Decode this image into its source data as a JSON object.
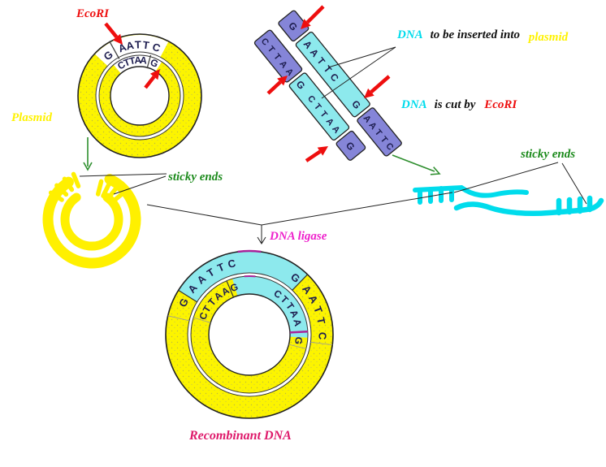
{
  "labels": {
    "ecoRI_top": "EcoRI",
    "plasmid_left": "Plasmid",
    "insert_line": {
      "dna": "DNA",
      "mid": "to be inserted into",
      "plasmid": "plasmid"
    },
    "cut_line": {
      "dna": "DNA",
      "mid": "is cut by",
      "ecoRI": "EcoRI"
    },
    "sticky_ends_left": "sticky ends",
    "sticky_ends_right": "sticky ends",
    "dna_ligase": "DNA ligase",
    "recombinant": "Recombinant DNA"
  },
  "colors": {
    "plasmid_yellow": "#FCF400",
    "insert_cyan": "#8DE9ED",
    "flank_purple": "#8585D8",
    "bright_cyan": "#00DCEC",
    "red": "#EE0E0E",
    "green": "#1B8A1B",
    "magenta": "#EE22CC",
    "crimson": "#DE1A6B",
    "yellow_text": "#FFF200"
  },
  "sequences": {
    "plasmid_top": {
      "outer": [
        "G",
        "A",
        "A",
        "T",
        "T",
        "C"
      ],
      "inner": [
        "C",
        "T",
        "T",
        "A",
        "A",
        "G"
      ]
    },
    "fragment": {
      "strand_a": {
        "left_flank": [
          "G"
        ],
        "insert": [
          "A",
          "A",
          "T",
          "T",
          "C",
          "G"
        ],
        "right_flank": [
          "A",
          "A",
          "T",
          "T",
          "C"
        ]
      },
      "strand_b": {
        "left_flank": [
          "C",
          "T",
          "T",
          "A",
          "A"
        ],
        "insert": [
          "G",
          "C",
          "T",
          "T",
          "A",
          "A"
        ],
        "right_flank": [
          "G"
        ]
      }
    },
    "recombinant": {
      "outer": [
        "G",
        "A",
        "A",
        "T",
        "T",
        "C",
        "G",
        "A",
        "A",
        "T",
        "T",
        "C"
      ],
      "inner": [
        "C",
        "T",
        "T",
        "A",
        "A",
        "G",
        "C",
        "T",
        "T",
        "A",
        "A",
        "G"
      ]
    }
  }
}
